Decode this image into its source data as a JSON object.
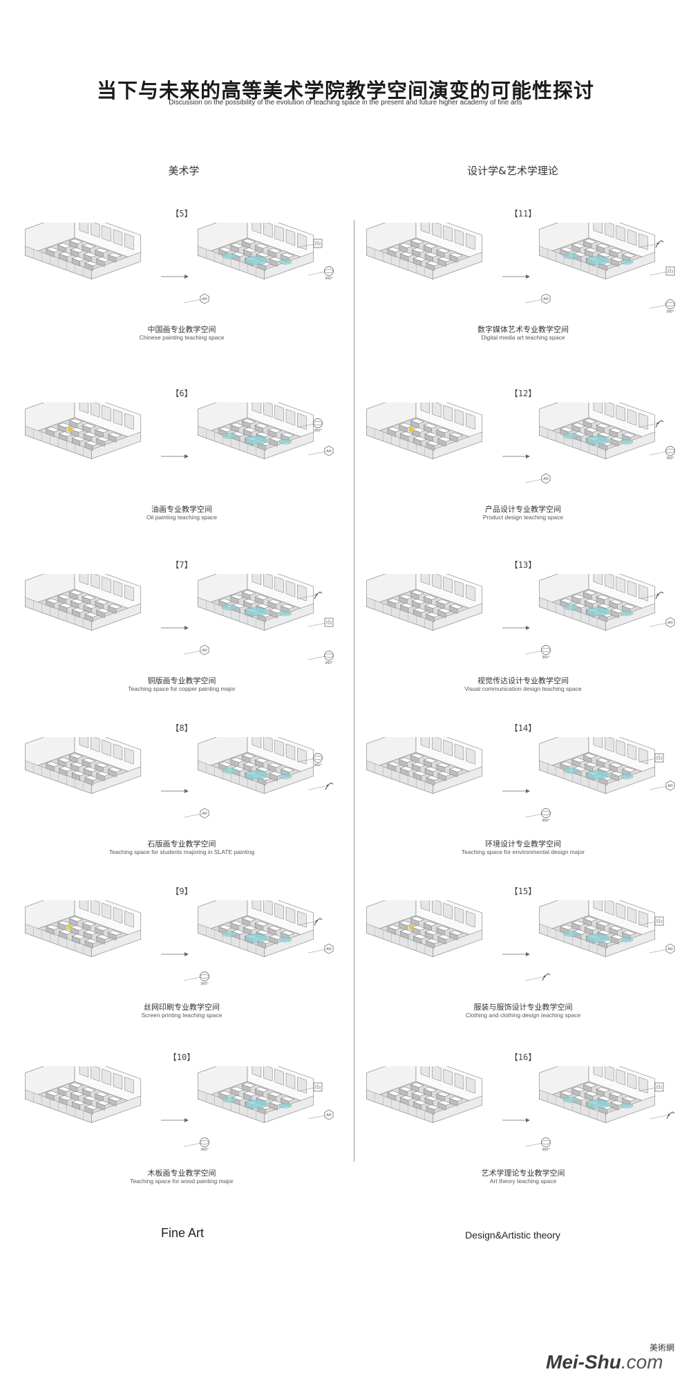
{
  "title": "当下与未来的高等美术学院教学空间演变的可能性探讨",
  "subtitle": "Discussion on the possibility of the evolution of teaching space in the present and future higher academy of fine arts",
  "columns": {
    "left": "美术学",
    "right": "设计学&艺术学理论"
  },
  "footer": {
    "left": "Fine Art",
    "right": "Design&Artistic theory"
  },
  "icon_labels": {
    "ar": "AR",
    "vr": "360°"
  },
  "panels_left": [
    {
      "num": "【5】",
      "cn": "中国画专业教学空间",
      "en": "Chinese painting teaching space"
    },
    {
      "num": "【6】",
      "cn": "油画专业教学空间",
      "en": "Oil painting teaching space"
    },
    {
      "num": "【7】",
      "cn": "铜版画专业教学空间",
      "en": "Teaching space for copper painting major"
    },
    {
      "num": "【8】",
      "cn": "石版画专业教学空间",
      "en": "Teaching space for students majoring in SLATE painting"
    },
    {
      "num": "【9】",
      "cn": "丝网印刷专业教学空间",
      "en": "Screen printing teaching space"
    },
    {
      "num": "【10】",
      "cn": "木板画专业教学空间",
      "en": "Teaching space for wood painting major"
    }
  ],
  "panels_right": [
    {
      "num": "【11】",
      "cn": "数字媒体艺术专业教学空间",
      "en": "Digital media art teaching space"
    },
    {
      "num": "【12】",
      "cn": "产品设计专业教学空间",
      "en": "Product design teaching space"
    },
    {
      "num": "【13】",
      "cn": "视觉传达设计专业教学空间",
      "en": "Visual communication design teaching space"
    },
    {
      "num": "【14】",
      "cn": "环境设计专业教学空间",
      "en": "Teaching space for environmental design major"
    },
    {
      "num": "【15】",
      "cn": "服装与服饰设计专业教学空间",
      "en": "Clothing and clothing design teaching space"
    },
    {
      "num": "【16】",
      "cn": "艺术学理论专业教学空间",
      "en": "Art theory teaching space"
    }
  ],
  "logo": {
    "brand": "Mei-Shu",
    "suffix": ".com",
    "cn": "美術網"
  },
  "colors": {
    "accent_cyan": "#8fd3d6",
    "accent_yellow": "#e8c63a",
    "floor": "#dcdcdc",
    "wall": "#f2f2f2"
  }
}
